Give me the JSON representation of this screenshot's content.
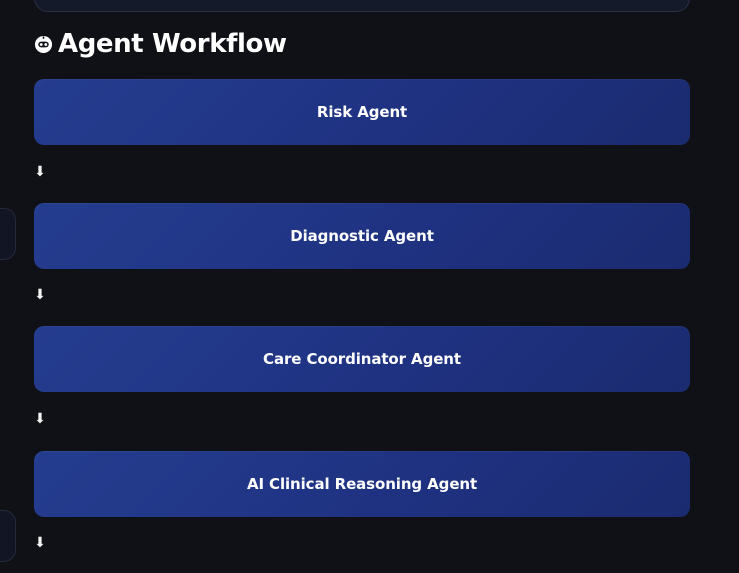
{
  "section": {
    "title": "Agent Workflow",
    "title_icon": "robot-face-icon"
  },
  "workflow": {
    "agents": [
      {
        "label": "Risk Agent"
      },
      {
        "label": "Diagnostic Agent"
      },
      {
        "label": "Care Coordinator Agent"
      },
      {
        "label": "AI Clinical Reasoning Agent"
      }
    ],
    "arrow_glyph": "⬇"
  },
  "colors": {
    "background": "#0f1117",
    "card_gradient_start": "#253d8f",
    "card_gradient_end": "#1b2b70",
    "text": "#ffffff"
  }
}
